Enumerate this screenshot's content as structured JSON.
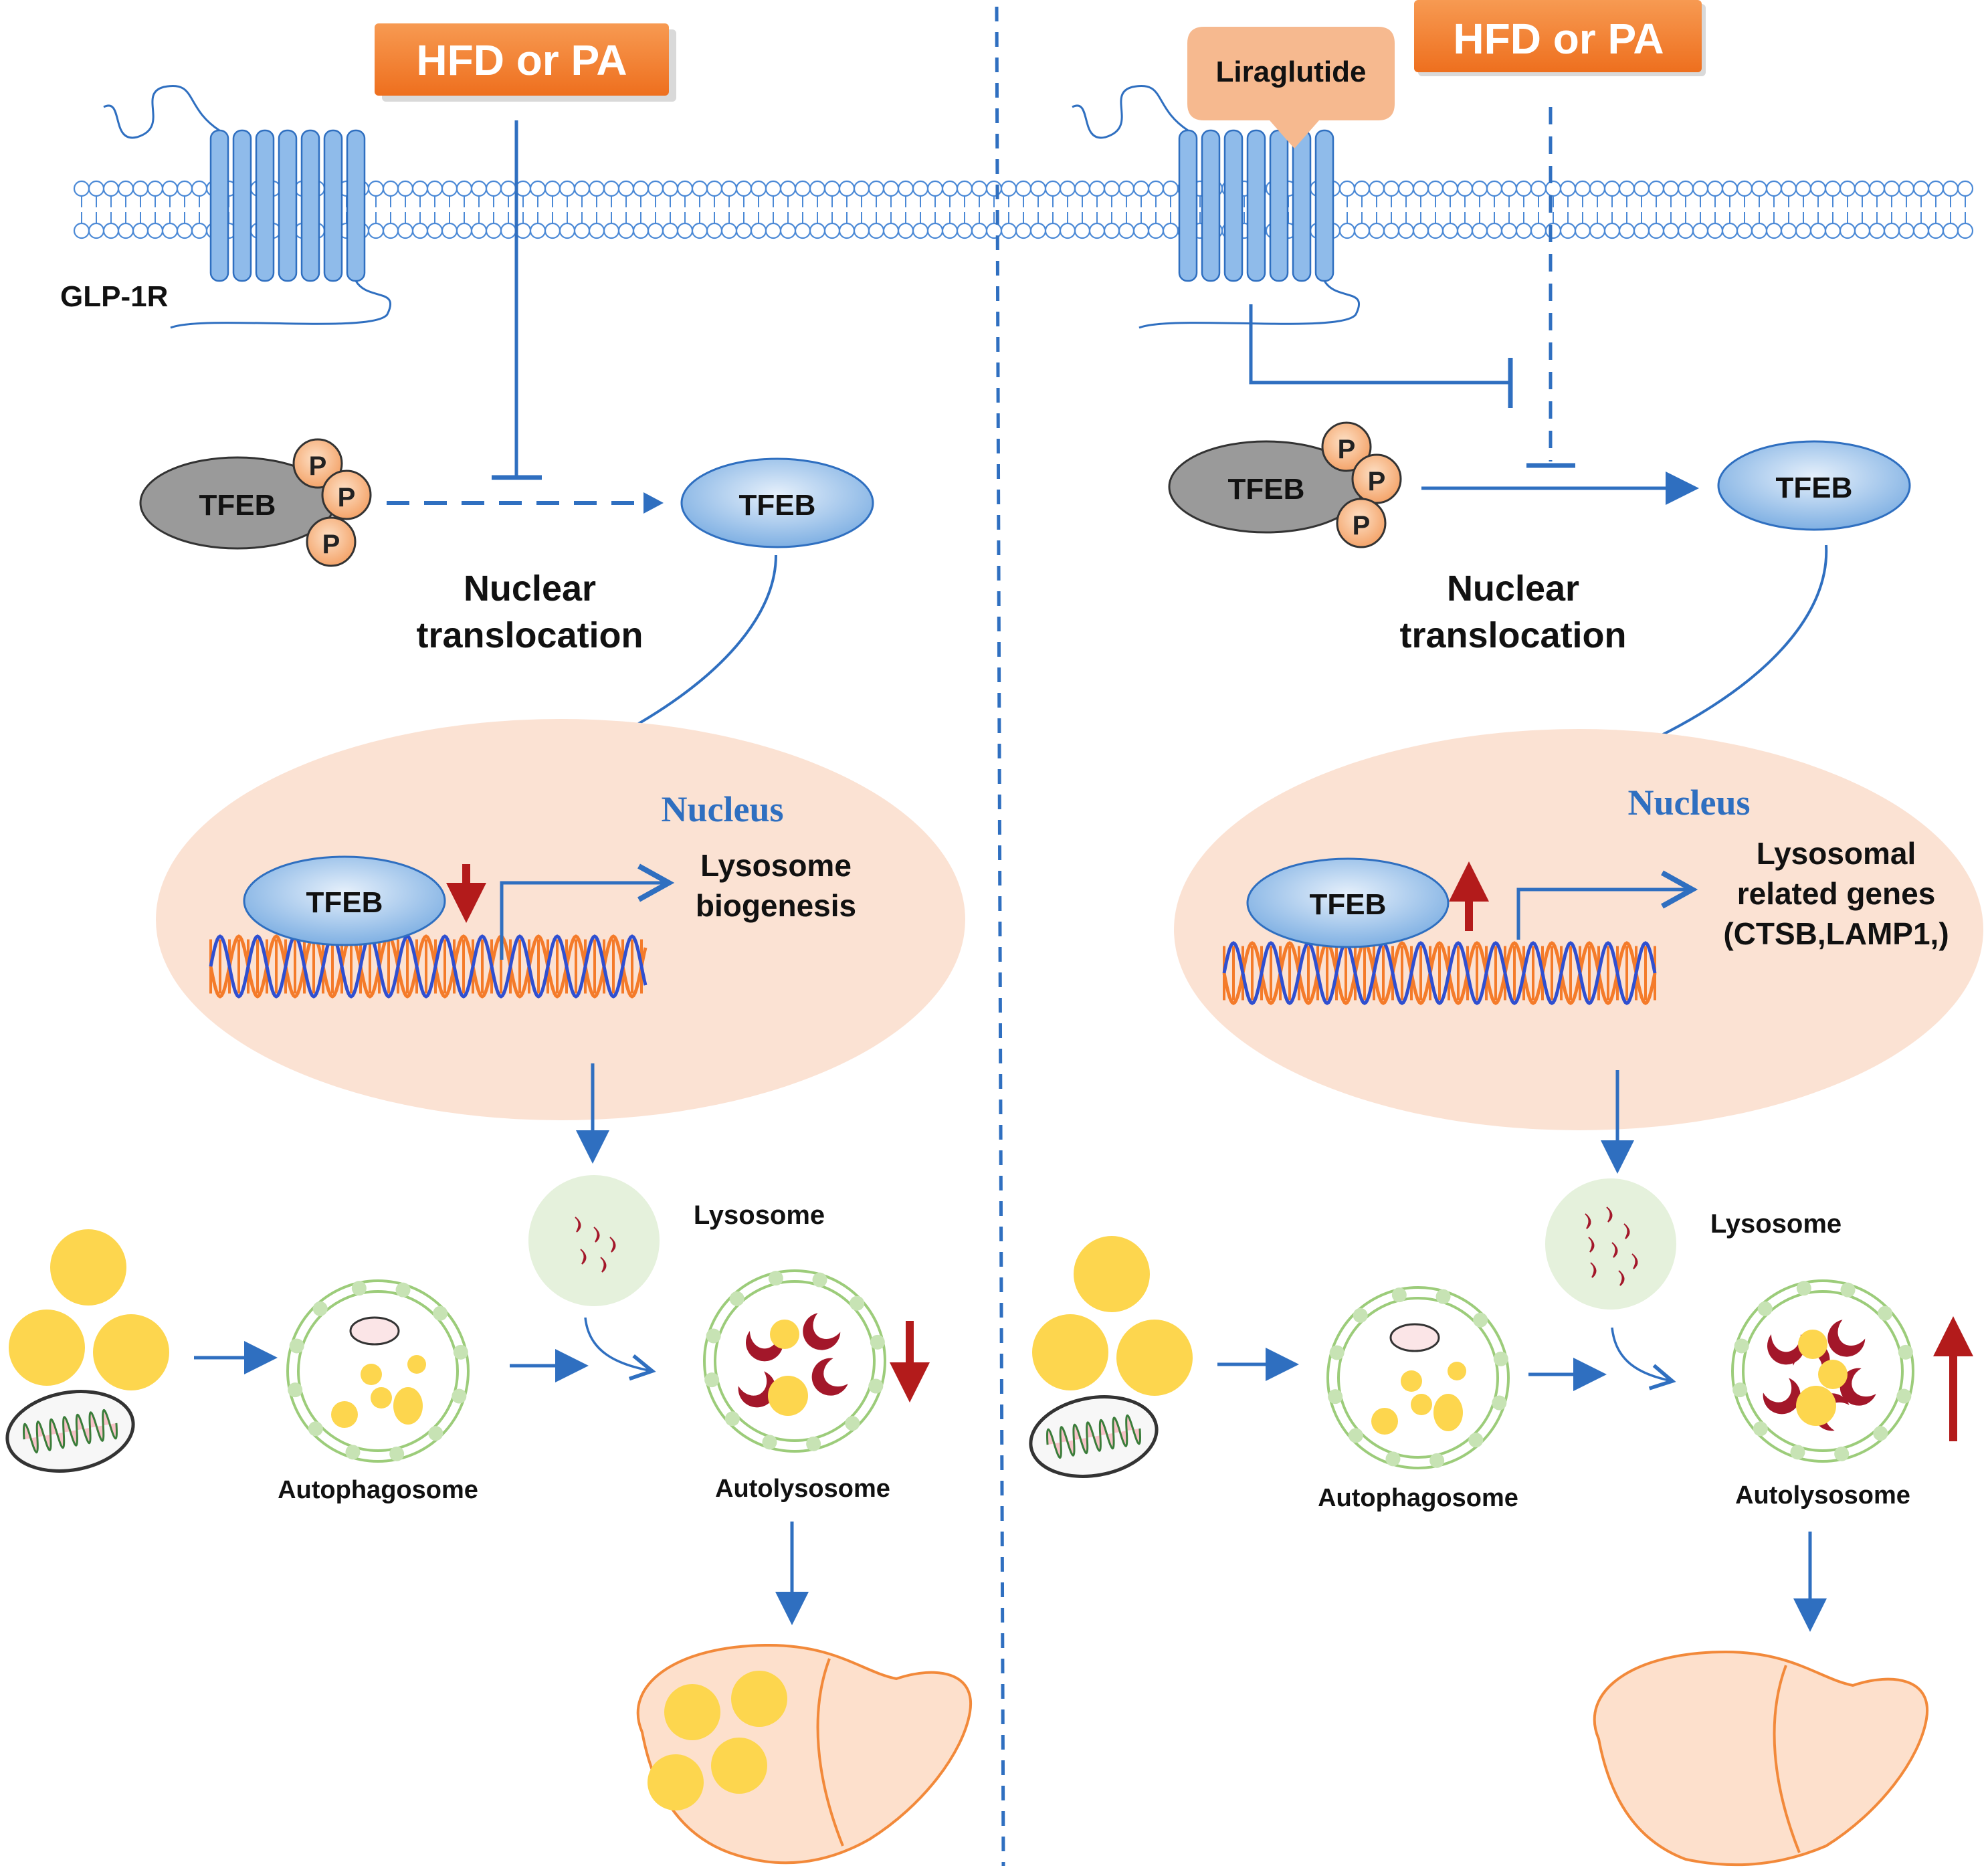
{
  "colors": {
    "arrow_blue": "#2f6fc0",
    "membrane_blue": "#4b89d6",
    "badge_orange": "#f47b2a",
    "liraglutide_fill": "#f6b98f",
    "nucleus_fill": "#fbe2d3",
    "p_fill": "#f8b98b",
    "tfeb_gray": "#9a9a9a",
    "tfeb_blue": "#b9d3ef",
    "lipid_yellow": "#fdd64e",
    "red_arrow": "#b31b1b",
    "liver_fill": "#fde0cc",
    "liver_stroke": "#f2893a",
    "lysosome_fill": "#e5f1dc"
  },
  "left": {
    "stimulus": "HFD or PA",
    "receptor_label": "GLP-1R",
    "tfeb_phospho": "TFEB",
    "phospho_mark": "P",
    "tfeb_free": "TFEB",
    "translocation_line1": "Nuclear",
    "translocation_line2": "translocation",
    "nucleus_label": "Nucleus",
    "tfeb_nuclear": "TFEB",
    "output_line1": "Lysosome",
    "output_line2": "biogenesis",
    "lysosome_label": "Lysosome",
    "autophagosome_label": "Autophagosome",
    "autolysosome_label": "Autolysosome",
    "trend": "down"
  },
  "right": {
    "stimulus": "HFD or PA",
    "drug": "Liraglutide",
    "tfeb_phospho": "TFEB",
    "phospho_mark": "P",
    "tfeb_free": "TFEB",
    "translocation_line1": "Nuclear",
    "translocation_line2": "translocation",
    "nucleus_label": "Nucleus",
    "tfeb_nuclear": "TFEB",
    "output_line1": "Lysosomal",
    "output_line2": "related genes",
    "output_line3": "(CTSB,LAMP1,)",
    "lysosome_label": "Lysosome",
    "autophagosome_label": "Autophagosome",
    "autolysosome_label": "Autolysosome",
    "trend": "up"
  }
}
